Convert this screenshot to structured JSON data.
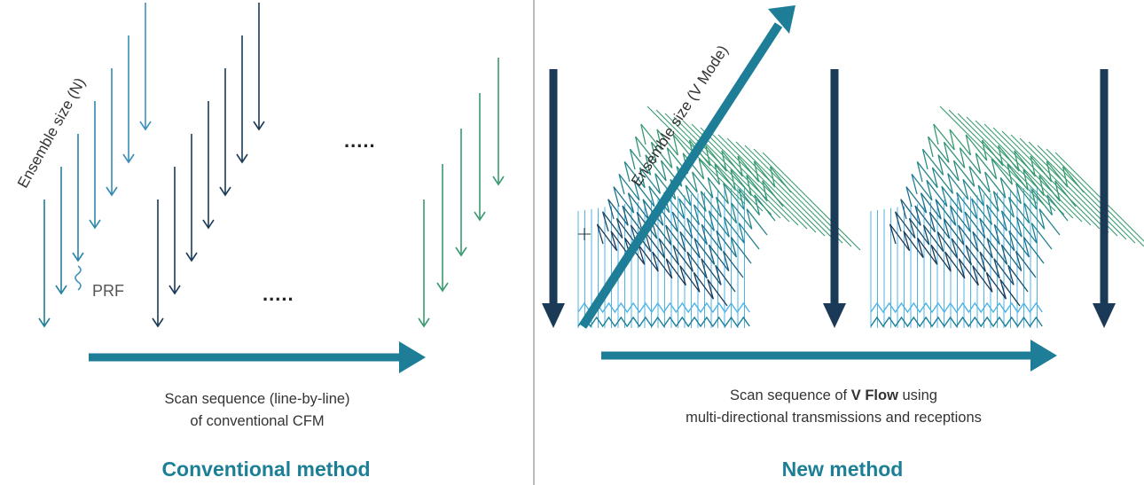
{
  "left_panel": {
    "axis_label": "Ensemble size (N)",
    "prf_label": "PRF",
    "ellipsis_top": ".....",
    "ellipsis_bottom": ".....",
    "caption_line1": "Scan sequence (line-by-line)",
    "caption_line2": "of conventional CFM",
    "title": "Conventional method"
  },
  "right_panel": {
    "axis_label": "Ensemble size (V Mode)",
    "caption_prefix": "Scan sequence of ",
    "caption_bold": "V Flow",
    "caption_suffix": " using",
    "caption_line2": "multi-directional transmissions and receptions",
    "title": "New method"
  },
  "colors": {
    "navy": "#1b3a57",
    "teal": "#1e7e98",
    "blue": "#3f8fbf",
    "light_blue": "#4fb3e3",
    "green": "#3a9a70",
    "title_teal": "#1d7f96",
    "divider": "#7a7a7a"
  }
}
